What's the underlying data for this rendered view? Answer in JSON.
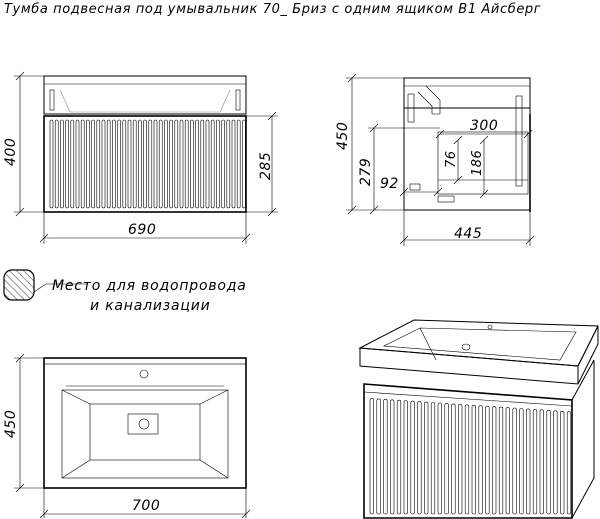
{
  "title": "Тумба подвесная под умывальник 70_ Бриз с одним ящиком В1 Айсберг",
  "legend": {
    "line1": "Место для водопровода",
    "line2": "и канализации"
  },
  "dimensions": {
    "front_height_total": "400",
    "front_drawer_height": "285",
    "front_width": "690",
    "side_height_total": "450",
    "side_height_lower": "279",
    "side_offset": "92",
    "side_inner_width": "300",
    "side_inner_h1": "76",
    "side_inner_h2": "186",
    "side_depth": "445",
    "top_depth": "450",
    "top_width": "700"
  }
}
